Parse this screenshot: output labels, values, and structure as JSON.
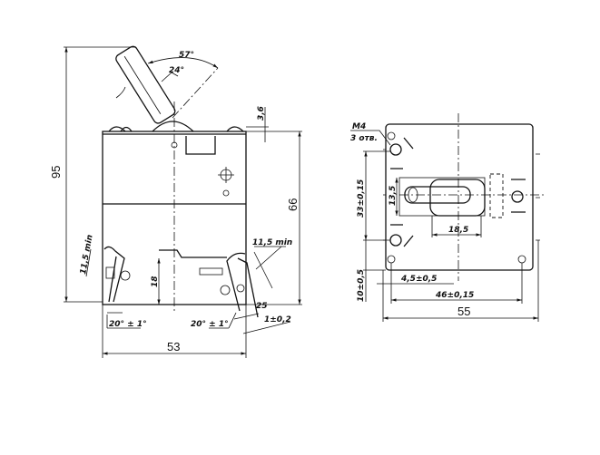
{
  "side_view": {
    "overall_height": "95",
    "body_height": "66",
    "width": "53",
    "lever_angle": "57°",
    "lever_half_angle": "24°",
    "cap_height": "3,6",
    "terminal_clearance_right": "11,5 min",
    "terminal_clearance_left": "11,5 min",
    "terminal_height": "18",
    "terminal_angle_left": "20° ± 1°",
    "terminal_angle_right": "20° ± 1°",
    "terminal_width": "25",
    "terminal_thickness": "1±0,2"
  },
  "top_view": {
    "thread": "M4",
    "holes": "3 отв.",
    "hole_spacing_vertical": "33±0,15",
    "lever_width": "13,5",
    "lever_length": "18,5",
    "edge_offset_vertical": "10±0,5",
    "edge_offset_horizontal": "4,5±0,5",
    "hole_spacing_horizontal": "46±0,15",
    "overall_width": "55"
  }
}
